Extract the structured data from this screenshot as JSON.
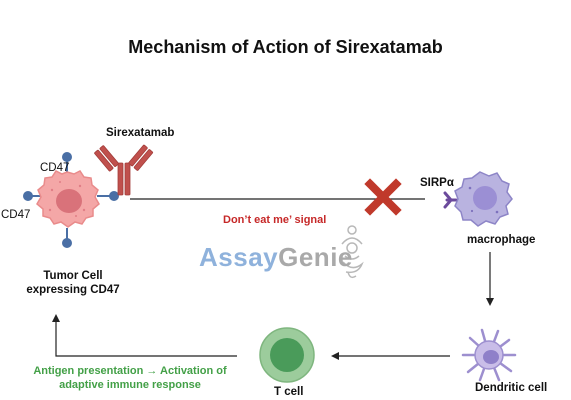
{
  "title": "Mechanism of Action of Sirexatamab",
  "labels": {
    "antibody": "Sirexatamab",
    "cd47_top": "CD47",
    "cd47_left": "CD47",
    "tumor_cell": "Tumor Cell expressing CD47",
    "signal": "Don’t eat me’ signal",
    "sirpa": "SIRPα",
    "macrophage": "macrophage",
    "dendritic": "Dendritic cell",
    "tcell": "T cell",
    "antigen": "Antigen presentation → Activation of adaptive immune response"
  },
  "watermark": {
    "part1": "Assay",
    "part2": "Genie"
  },
  "colors": {
    "tumor": "#f4a7a7",
    "tumor_nucleus": "#d9727a",
    "antibody": "#c0504d",
    "receptor": "#4a6fa5",
    "x_mark": "#c0392b",
    "macrophage": "#b9b3e0",
    "macrophage_nucleus": "#9b8fd4",
    "sirpa": "#6b4a9c",
    "tcell_outer": "#9ccc9c",
    "tcell_inner": "#4a9b5a",
    "dendritic": "#c9bde8",
    "signal_text": "#c62828",
    "antigen_text": "#43a047"
  }
}
